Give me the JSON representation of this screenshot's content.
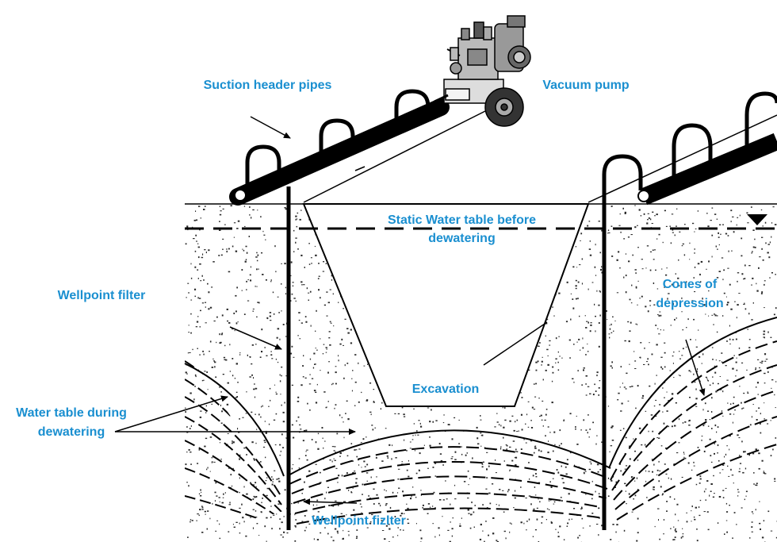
{
  "labels": {
    "suction_header": "Suction header pipes",
    "vacuum_pump": "Vacuum pump",
    "static_wt_line1": "Static Water table before",
    "static_wt_line2": "dewatering",
    "wellpoint_filter": "Wellpoint filter",
    "cones_line1": "Cones of",
    "cones_line2": "depression",
    "excavation": "Excavation",
    "wt_during_line1": "Water table during",
    "wt_during_line2": "dewatering",
    "wellpoint_filter_bottom": "Wellpoint fizlter"
  },
  "colors": {
    "label": "#1a8fd0",
    "ink": "#000000",
    "soil_dot": "#2a2a2a",
    "background": "#ffffff"
  },
  "icons": {
    "water_level_marker": "inverted-triangle",
    "pump": "vacuum-pump-machine"
  }
}
